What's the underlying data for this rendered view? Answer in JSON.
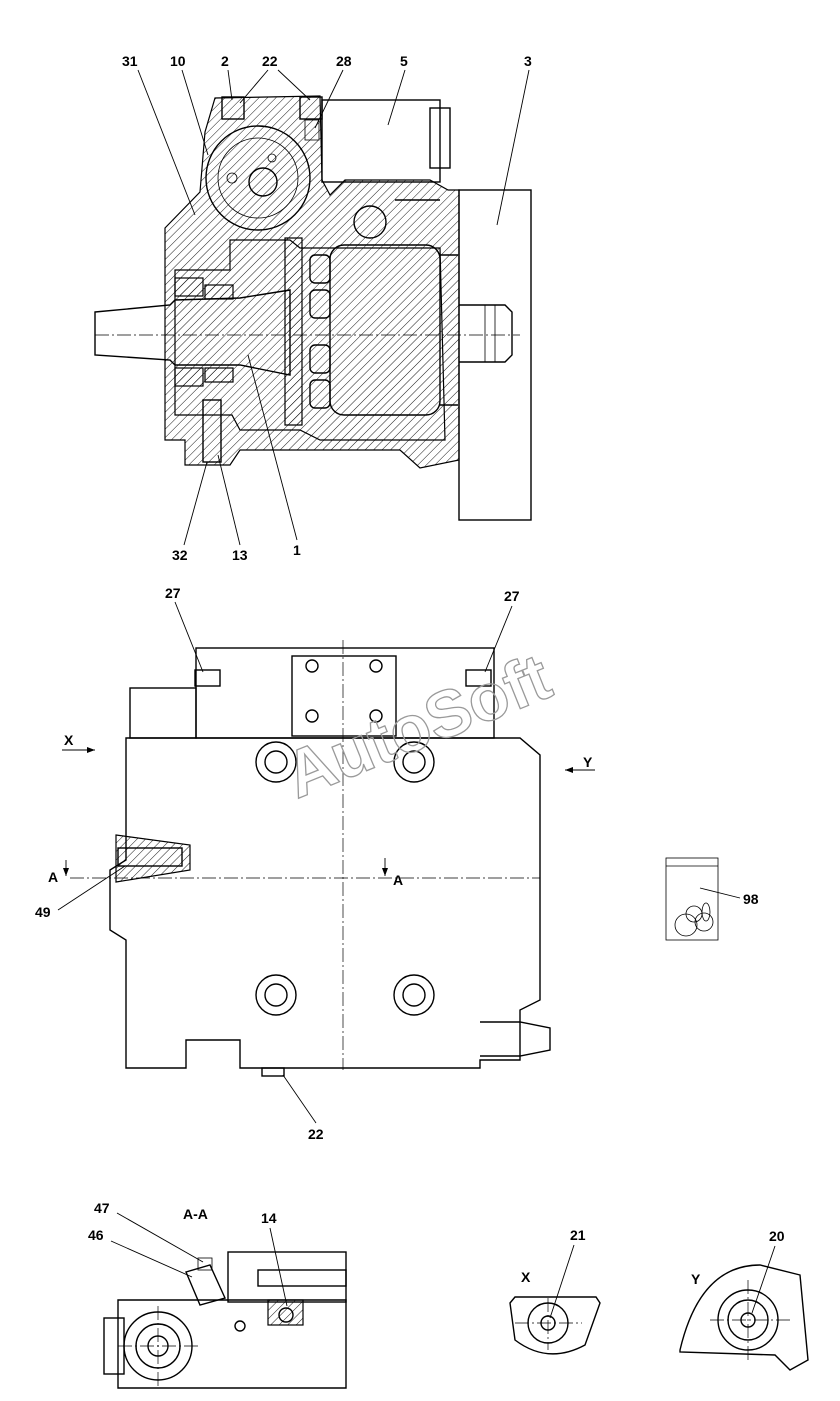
{
  "watermark": "AutoSoft",
  "top_view_callouts": [
    "31",
    "10",
    "2",
    "22",
    "28",
    "5",
    "3",
    "32",
    "13",
    "1"
  ],
  "middle_view_callouts": [
    "27",
    "27",
    "49",
    "22",
    "98"
  ],
  "middle_view_markers": {
    "x": "X",
    "y": "Y",
    "a_left": "A",
    "a_right": "A"
  },
  "section_view": {
    "title": "A-A",
    "callouts": [
      "47",
      "46",
      "14"
    ]
  },
  "view_x": {
    "title": "X",
    "callout": "21"
  },
  "view_y": {
    "title": "Y",
    "callout": "20"
  }
}
